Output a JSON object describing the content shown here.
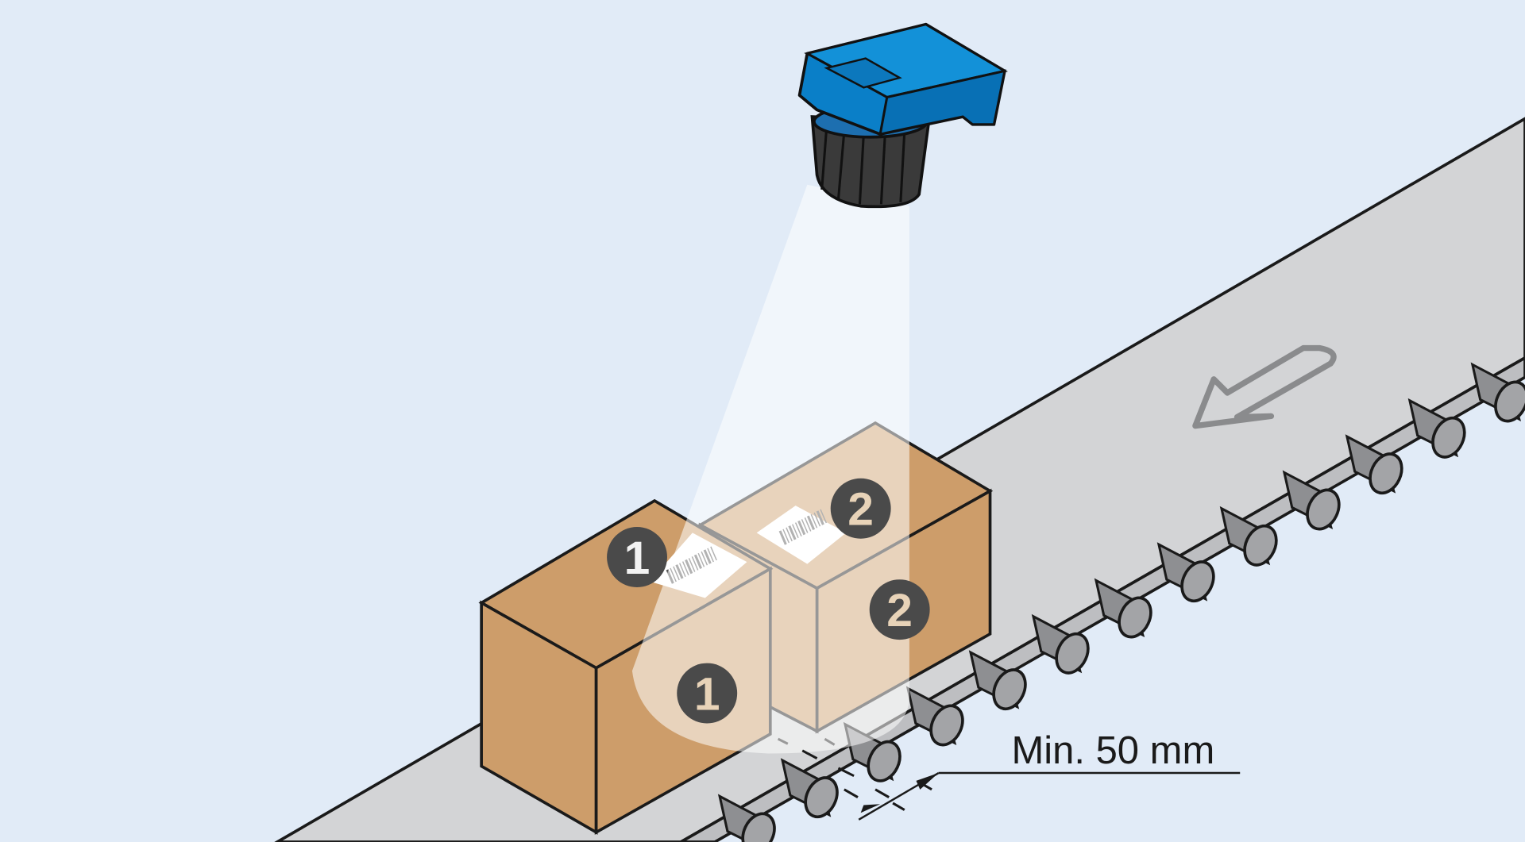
{
  "diagram": {
    "dimension_label": "Min. 50 mm",
    "badges": {
      "box1_top": "1",
      "box1_front": "1",
      "box2_top": "2",
      "box2_front": "2"
    },
    "colors": {
      "background": "#e1ebf7",
      "belt": "#d3d4d6",
      "box": "#cd9d6a",
      "scanner_body": "#0a7fc8",
      "badge": "#4a4a4a"
    }
  }
}
